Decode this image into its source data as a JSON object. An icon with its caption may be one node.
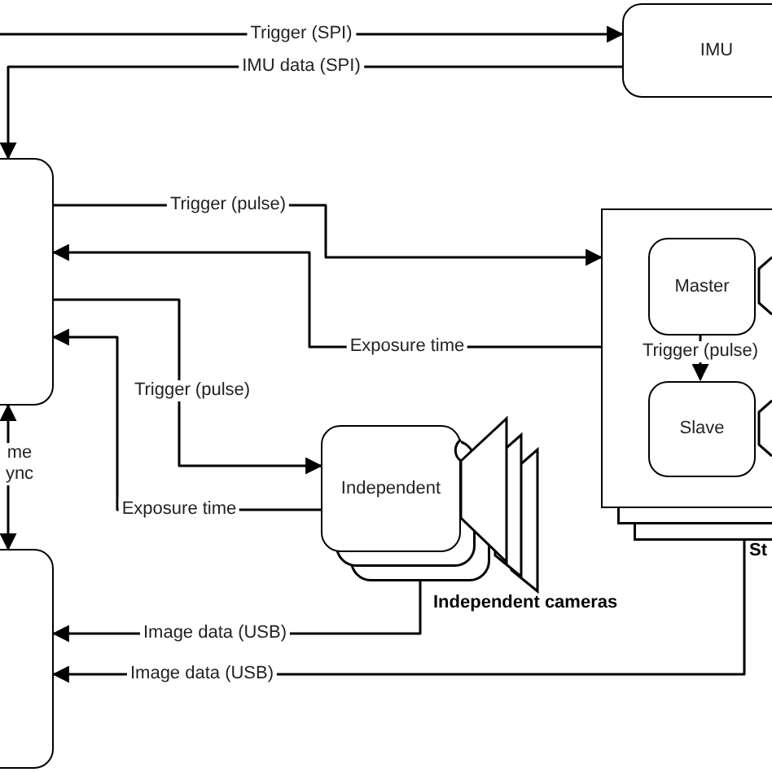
{
  "diagram": {
    "nodes": [
      {
        "text": [
          "IMU"
        ]
      },
      {
        "text": [],
        "shape": "box"
      },
      {
        "text": [],
        "shape": "box"
      },
      {
        "text": [],
        "shape": "rectangle",
        "beside": [
          "St"
        ]
      },
      {
        "text": [
          "Master"
        ],
        "in": 3
      },
      {
        "text": [
          "Slave"
        ],
        "in": 3
      },
      {
        "text": [
          "Independent"
        ],
        "beside": [
          "Independent cameras"
        ]
      }
    ],
    "edges": [
      {
        "from": null,
        "to": 0,
        "arrow": "to",
        "label": "Trigger (SPI)"
      },
      {
        "from": 0,
        "to": 1,
        "arrow": "to",
        "label": "IMU data (SPI)"
      },
      {
        "from": 1,
        "to": 3,
        "arrow": "to",
        "label": "Trigger (pulse)"
      },
      {
        "from": 3,
        "to": 1,
        "arrow": "to",
        "label": "Exposure time"
      },
      {
        "from": 1,
        "to": 6,
        "arrow": "to",
        "label": "Trigger (pulse)"
      },
      {
        "from": 6,
        "to": 1,
        "arrow": "to",
        "label": "Exposure time"
      },
      {
        "from": 1,
        "to": 2,
        "arrow": "both",
        "label": "me ync"
      },
      {
        "from": 6,
        "to": 2,
        "arrow": "to",
        "label": "Image data (USB)"
      },
      {
        "from": 3,
        "to": 2,
        "arrow": "to",
        "label": "Image data (USB)"
      },
      {
        "from": 4,
        "to": 5,
        "arrow": "to",
        "label": "Trigger (pulse)"
      }
    ]
  }
}
